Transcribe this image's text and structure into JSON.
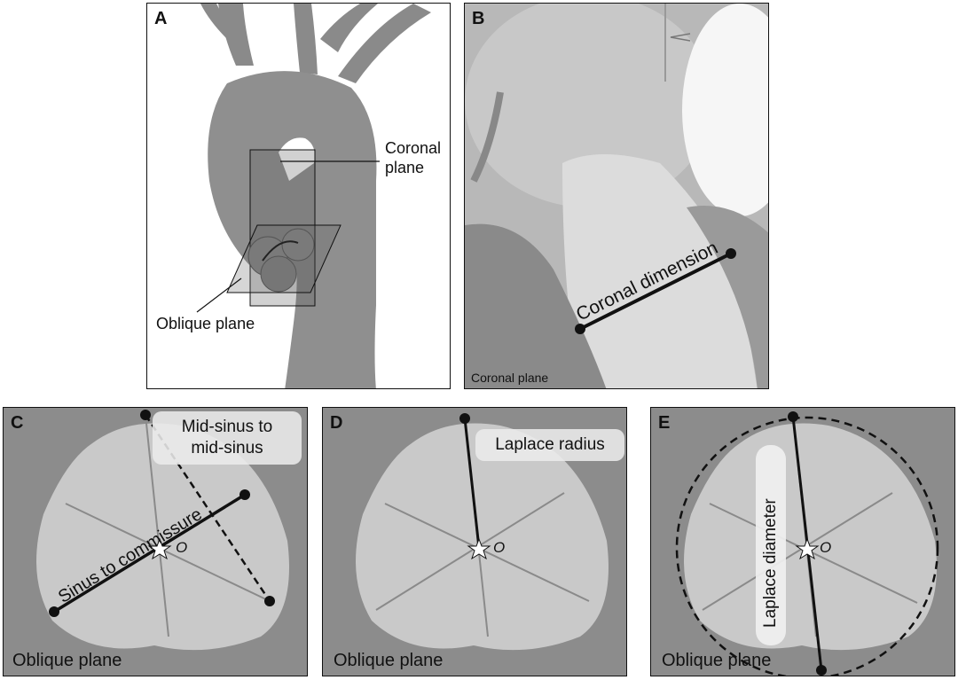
{
  "panels": {
    "a": {
      "letter": "A",
      "coronal_plane_label": "Coronal\nplane",
      "oblique_plane_label": "Oblique plane"
    },
    "b": {
      "letter": "B",
      "dimension_label": "Coronal dimension",
      "caption": "Coronal plane"
    },
    "c": {
      "letter": "C",
      "mid_sinus_label": "Mid-sinus to\nmid-sinus",
      "sinus_commissure_label": "Sinus to commissure",
      "center_label": "O",
      "caption": "Oblique plane"
    },
    "d": {
      "letter": "D",
      "laplace_radius_label": "Laplace radius",
      "center_label": "O",
      "caption": "Oblique plane"
    },
    "e": {
      "letter": "E",
      "laplace_diameter_label": "Laplace diameter",
      "center_label": "O",
      "caption": "Oblique plane"
    }
  },
  "colors": {
    "line": "#111111",
    "thin_line": "#8a8a8a",
    "tissue": "#8c8c8c",
    "valve": "#c9c9c9",
    "aorta": "#8f8f8f"
  }
}
